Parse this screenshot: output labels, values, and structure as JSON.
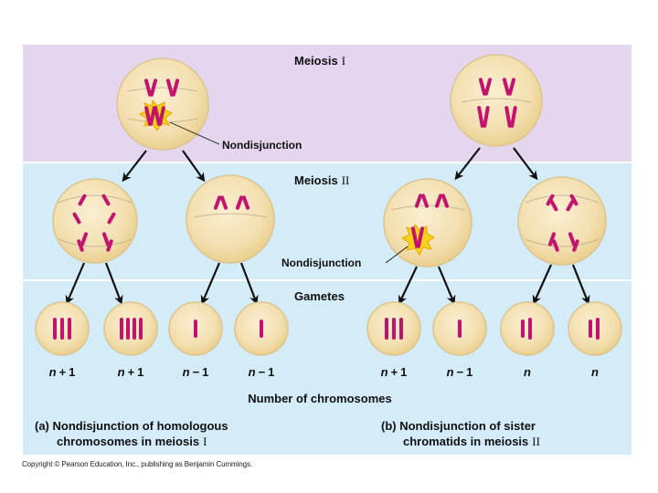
{
  "stages": {
    "meiosis1_label": "Meiosis",
    "meiosis1_roman": "I",
    "meiosis2_label": "Meiosis",
    "meiosis2_roman": "II",
    "gametes_label": "Gametes"
  },
  "annotations": {
    "nondisjunction_1": "Nondisjunction",
    "nondisjunction_2": "Nondisjunction"
  },
  "gamete_counts": {
    "a": [
      {
        "pre": "n",
        "op": "+",
        "num": "1"
      },
      {
        "pre": "n",
        "op": "+",
        "num": "1"
      },
      {
        "pre": "n",
        "op": "−",
        "num": "1"
      },
      {
        "pre": "n",
        "op": "−",
        "num": "1"
      }
    ],
    "b": [
      {
        "pre": "n",
        "op": "+",
        "num": "1"
      },
      {
        "pre": "n",
        "op": "−",
        "num": "1"
      },
      {
        "pre": "n",
        "op": "",
        "num": ""
      },
      {
        "pre": "n",
        "op": "",
        "num": ""
      }
    ]
  },
  "axis_caption": "Number of chromosomes",
  "captions": {
    "a_line1": "(a) Nondisjunction of homologous",
    "a_line2": "chromosomes in meiosis",
    "a_roman": "I",
    "b_line1": "(b) Nondisjunction of sister",
    "b_line2": "chromatids in meiosis",
    "b_roman": "II"
  },
  "copyright": "Copyright © Pearson Education, Inc., publishing as Benjamin Cummings.",
  "colors": {
    "meiosis1_band": "#e3d6ee",
    "meiosis2_band": "#d4ebf8",
    "gametes_band": "#d4ebf8",
    "cell_fill": "#f3dfb0",
    "cell_edge": "#dcc48e",
    "chromosome": "#c4136e",
    "burst": "#f6d21c"
  }
}
